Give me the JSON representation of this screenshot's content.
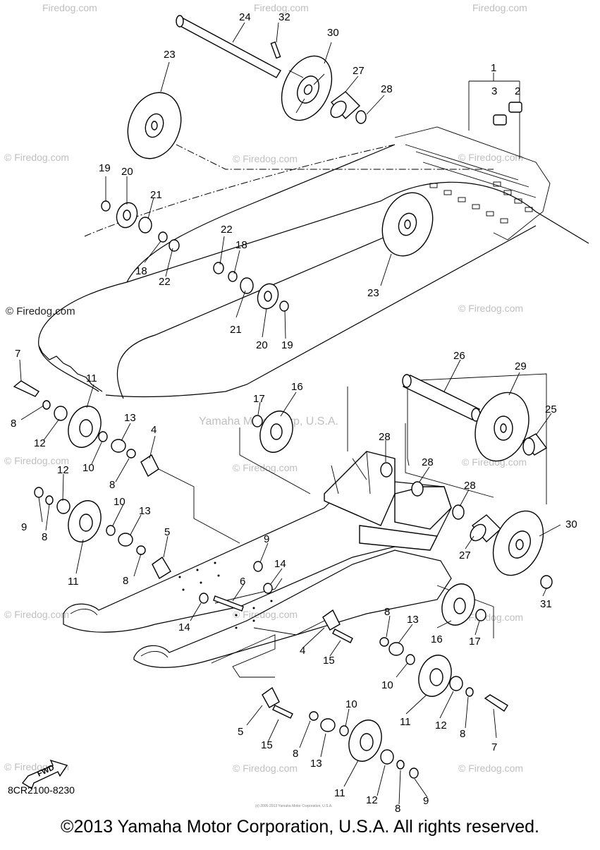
{
  "watermark": "© Firedog.com",
  "watermark_short": "Firedog.com",
  "center_watermark": "Yamaha Motor Corp, U.S.A.",
  "diagram_code": "8CR2100-8230",
  "fwd_label": "FWD",
  "copyright": "©2013 Yamaha Motor Corporation, U.S.A. All rights reserved.",
  "tiny_copyright": "(c) 2005-2013 Yamaha Motor Corporation, U.S.A.",
  "labels": [
    "1",
    "2",
    "3",
    "4",
    "5",
    "6",
    "7",
    "8",
    "9",
    "10",
    "11",
    "12",
    "13",
    "14",
    "15",
    "16",
    "17",
    "18",
    "19",
    "20",
    "21",
    "22",
    "23",
    "24",
    "25",
    "26",
    "27",
    "28",
    "29",
    "30",
    "31",
    "32"
  ]
}
